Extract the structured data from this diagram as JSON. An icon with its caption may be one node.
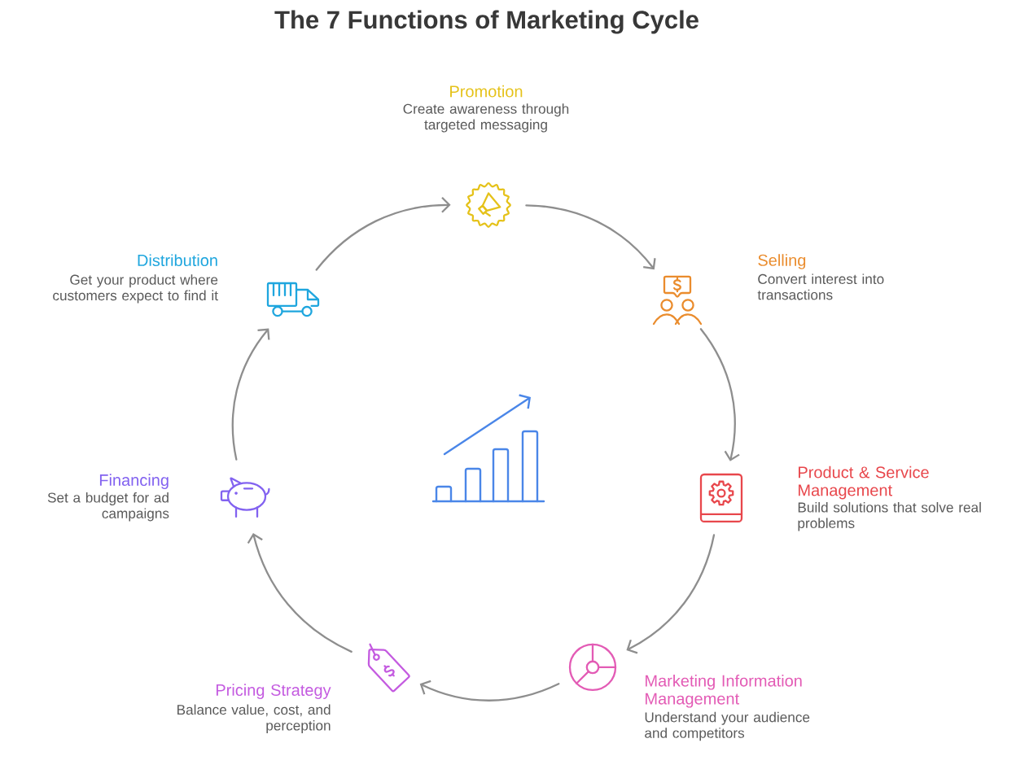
{
  "diagram": {
    "title": "The 7 Functions of Marketing Cycle",
    "nodes": [
      {
        "text": [],
        "shape": "picture",
        "beside": [
          "Promotion",
          "Create awareness through targeted messaging"
        ]
      },
      {
        "text": [],
        "shape": "picture",
        "beside": [
          "Selling",
          "Convert interest into transactions"
        ]
      },
      {
        "text": [],
        "shape": "picture",
        "beside": [
          "Product & Service Management",
          "Build solutions that solve real problems"
        ]
      },
      {
        "text": [],
        "shape": "picture",
        "beside": [
          "Marketing Information Management",
          "Understand your audience and competitors"
        ]
      },
      {
        "text": [],
        "shape": "picture",
        "beside": [
          "Pricing Strategy",
          "Balance value, cost, and perception"
        ]
      },
      {
        "text": [],
        "shape": "picture",
        "beside": [
          "Financing",
          "Set a budget for ad campaigns"
        ]
      },
      {
        "text": [],
        "shape": "picture",
        "beside": [
          "Distribution",
          "Get your product where customers expect to find it"
        ]
      }
    ],
    "edges": [
      {
        "from": 0,
        "to": 1,
        "arrow": "to"
      },
      {
        "from": 1,
        "to": 2,
        "arrow": "to"
      },
      {
        "from": 2,
        "to": 3,
        "arrow": "to"
      },
      {
        "from": 3,
        "to": 4,
        "arrow": "to"
      },
      {
        "from": 4,
        "to": 5,
        "arrow": "to"
      },
      {
        "from": 5,
        "to": 6,
        "arrow": "to"
      },
      {
        "from": 6,
        "to": 0,
        "arrow": "to"
      }
    ]
  }
}
